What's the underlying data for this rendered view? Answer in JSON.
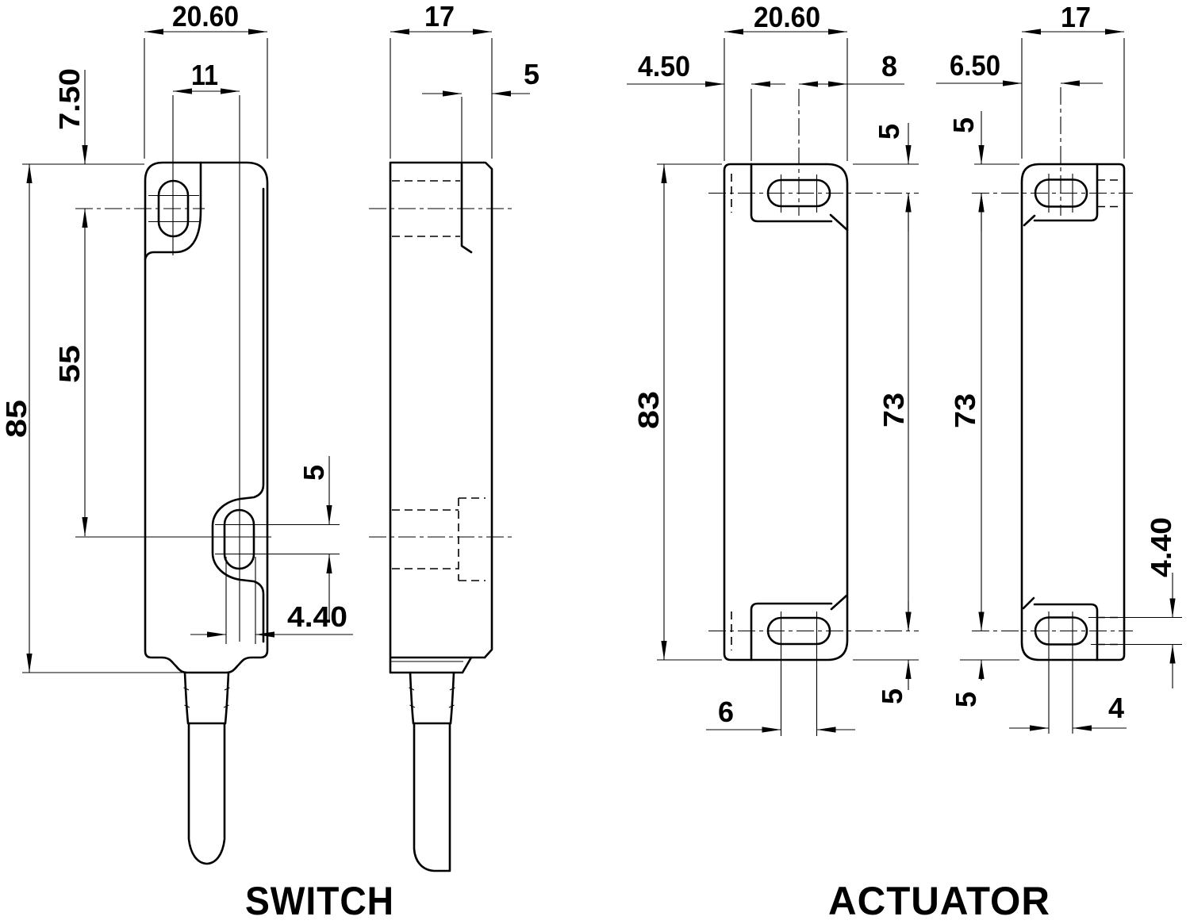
{
  "drawing": {
    "kind": "technical-dimension-drawing",
    "line_color": "#000000",
    "background": "#ffffff",
    "labels": {
      "switch": "SWITCH",
      "actuator": "ACTUATOR"
    },
    "views": {
      "switch_front": {
        "name": "switch front view",
        "dims": {
          "overall_width": "20.60",
          "slot_center_offset": "11",
          "top_to_upper_slot": "7.50",
          "overall_height": "85",
          "upper_to_lower_slot": "55",
          "lower_slot_straight": "5",
          "lower_slot_width": "4.40"
        }
      },
      "switch_side": {
        "name": "switch side view",
        "dims": {
          "overall_depth": "17",
          "top_step": "5"
        }
      },
      "actuator_front": {
        "name": "actuator front view",
        "dims": {
          "overall_width": "20.60",
          "plate_offset": "4.50",
          "slot_center_to_edge": "8",
          "top_to_upper_slot": "5",
          "overall_height": "83",
          "slot_center_span": "73",
          "lower_slot_straight": "6",
          "bottom_to_lower_slot": "5"
        }
      },
      "actuator_side": {
        "name": "actuator side view",
        "dims": {
          "overall_depth": "17",
          "slot_center_offset": "6.50",
          "top_to_upper_slot": "5",
          "slot_center_span": "73",
          "slot_height": "4.40",
          "bottom_to_lower_slot": "5",
          "lower_slot_straight": "4"
        }
      }
    }
  }
}
